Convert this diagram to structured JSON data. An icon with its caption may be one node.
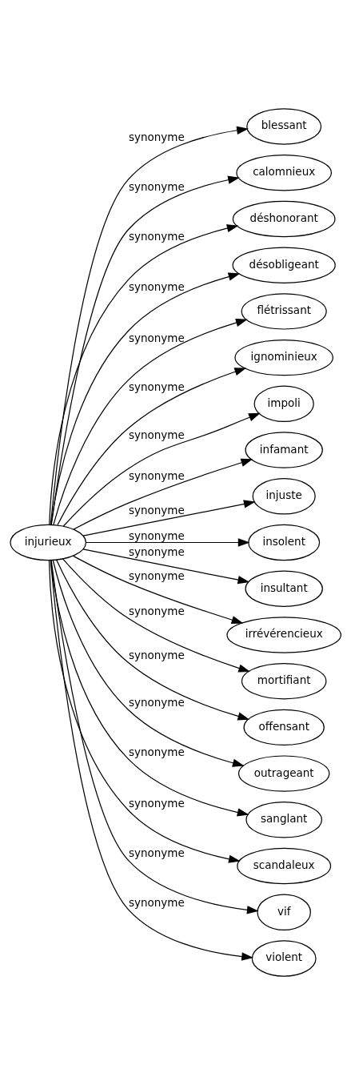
{
  "diagram": {
    "nodes": [
      {
        "text": [
          "injurieux"
        ]
      },
      {
        "text": [
          "blessant"
        ]
      },
      {
        "text": [
          "calomnieux"
        ]
      },
      {
        "text": [
          "déshonorant"
        ]
      },
      {
        "text": [
          "désobligeant"
        ]
      },
      {
        "text": [
          "flétrissant"
        ]
      },
      {
        "text": [
          "ignominieux"
        ]
      },
      {
        "text": [
          "impoli"
        ]
      },
      {
        "text": [
          "infamant"
        ]
      },
      {
        "text": [
          "injuste"
        ]
      },
      {
        "text": [
          "insolent"
        ]
      },
      {
        "text": [
          "insultant"
        ]
      },
      {
        "text": [
          "irrévérencieux"
        ]
      },
      {
        "text": [
          "mortifiant"
        ]
      },
      {
        "text": [
          "offensant"
        ]
      },
      {
        "text": [
          "outrageant"
        ]
      },
      {
        "text": [
          "sanglant"
        ]
      },
      {
        "text": [
          "scandaleux"
        ]
      },
      {
        "text": [
          "vif"
        ]
      },
      {
        "text": [
          "violent"
        ]
      }
    ],
    "edges": [
      {
        "from": 0,
        "to": 1,
        "arrow": "to",
        "label": "synonyme"
      },
      {
        "from": 0,
        "to": 2,
        "arrow": "to",
        "label": "synonyme"
      },
      {
        "from": 0,
        "to": 3,
        "arrow": "to",
        "label": "synonyme"
      },
      {
        "from": 0,
        "to": 4,
        "arrow": "to",
        "label": "synonyme"
      },
      {
        "from": 0,
        "to": 5,
        "arrow": "to",
        "label": "synonyme"
      },
      {
        "from": 0,
        "to": 6,
        "arrow": "to",
        "label": "synonyme"
      },
      {
        "from": 0,
        "to": 7,
        "arrow": "to",
        "label": "synonyme"
      },
      {
        "from": 0,
        "to": 8,
        "arrow": "to",
        "label": "synonyme"
      },
      {
        "from": 0,
        "to": 9,
        "arrow": "to",
        "label": "synonyme"
      },
      {
        "from": 0,
        "to": 10,
        "arrow": "to",
        "label": "synonyme"
      },
      {
        "from": 0,
        "to": 11,
        "arrow": "to",
        "label": "synonyme"
      },
      {
        "from": 0,
        "to": 12,
        "arrow": "to",
        "label": "synonyme"
      },
      {
        "from": 0,
        "to": 13,
        "arrow": "to",
        "label": "synonyme"
      },
      {
        "from": 0,
        "to": 14,
        "arrow": "to",
        "label": "synonyme"
      },
      {
        "from": 0,
        "to": 15,
        "arrow": "to",
        "label": "synonyme"
      },
      {
        "from": 0,
        "to": 16,
        "arrow": "to",
        "label": "synonyme"
      },
      {
        "from": 0,
        "to": 17,
        "arrow": "to",
        "label": "synonyme"
      },
      {
        "from": 0,
        "to": 18,
        "arrow": "to",
        "label": "synonyme"
      },
      {
        "from": 0,
        "to": 19,
        "arrow": "to",
        "label": "synonyme"
      }
    ]
  }
}
